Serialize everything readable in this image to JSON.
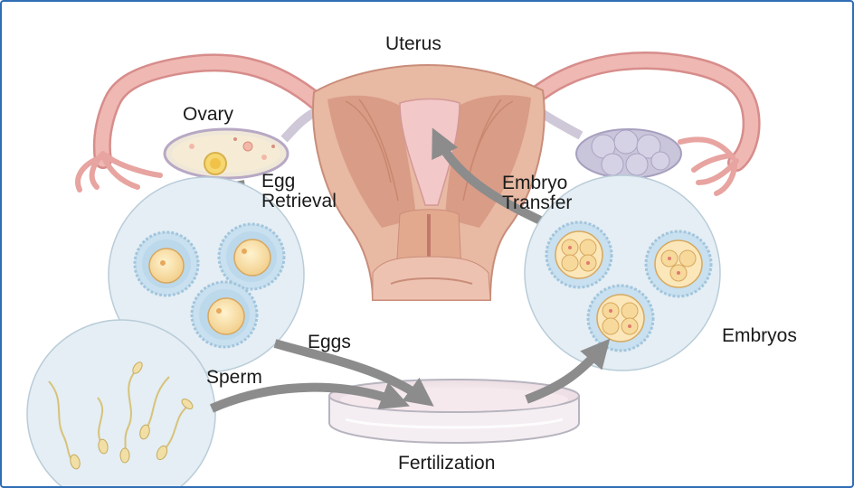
{
  "labels": {
    "uterus": "Uterus",
    "ovary": "Ovary",
    "egg_retrieval_line1": "Egg",
    "egg_retrieval_line2": "Retrieval",
    "embryo_transfer_line1": "Embryo",
    "embryo_transfer_line2": "Transfer",
    "eggs": "Eggs",
    "sperm": "Sperm",
    "embryos": "Embryos",
    "fertilization": "Fertilization"
  },
  "colors": {
    "frame": "#2f6db5",
    "uterine_tissue": "#e8b9a3",
    "uterine_muscle": "#d99c86",
    "tube": "#efb8b3",
    "ovary_right": "#c9c5da",
    "circle_fill": "#e4eef4",
    "arrow": "#8c8c8c"
  }
}
